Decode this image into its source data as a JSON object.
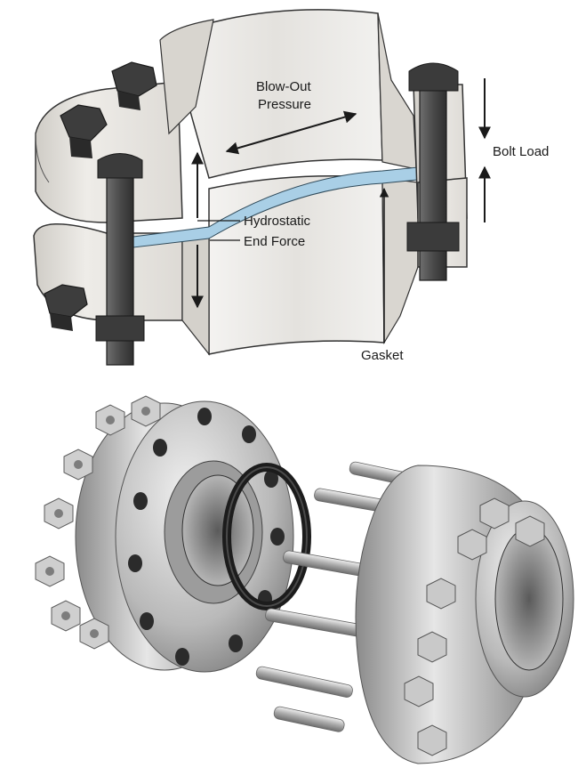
{
  "figure": {
    "labels": {
      "blowout_line1": "Blow-Out",
      "blowout_line2": "Pressure",
      "bolt_load": "Bolt Load",
      "hydrostatic": "Hydrostatic",
      "end_force": "End Force",
      "gasket": "Gasket"
    }
  },
  "colors": {
    "flange_fill": "#e9e7e3",
    "pipe_fill": "#eeedeb",
    "bolt_fill": "#4a4a4a",
    "gasket_fill": "#a9cfe6",
    "steel_light": "#d9d9d9",
    "steel_dark": "#6b6b6b",
    "ring_black": "#1c1c1c"
  }
}
